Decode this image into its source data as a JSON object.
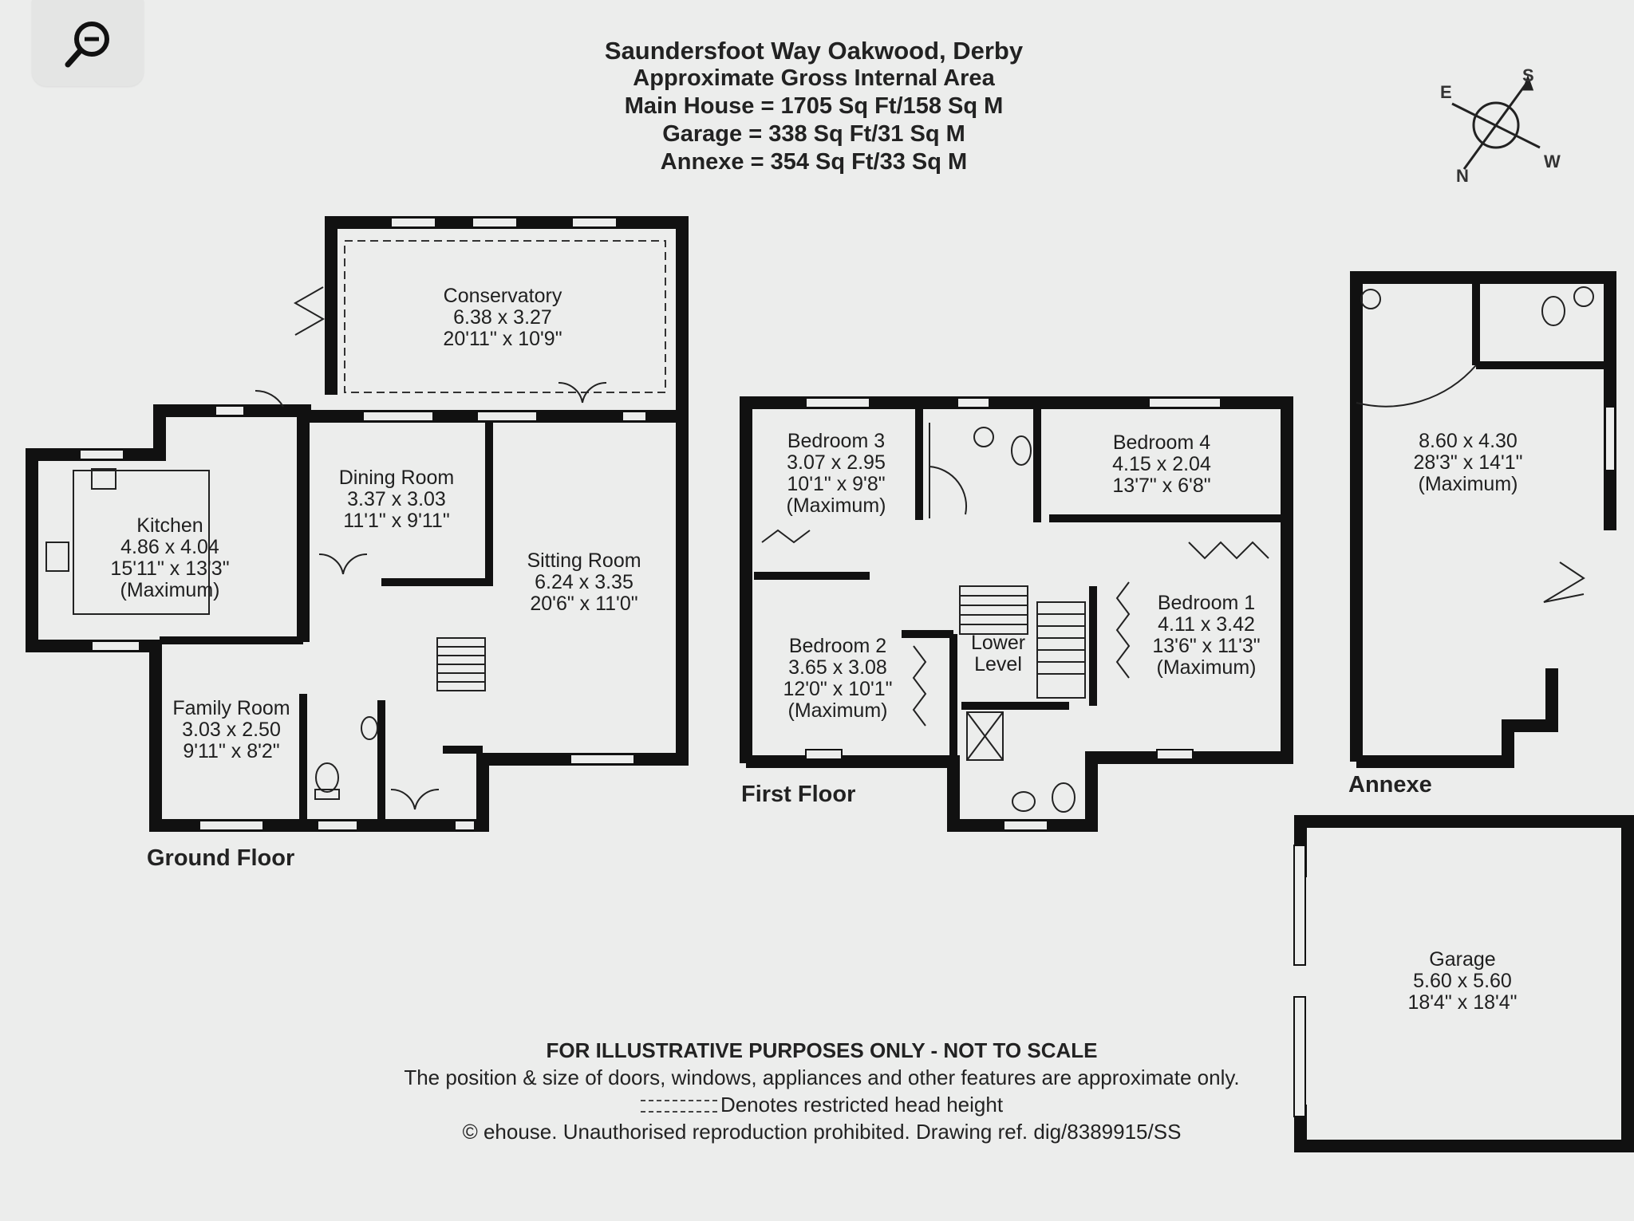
{
  "header": {
    "title": "Saundersfoot Way Oakwood, Derby",
    "subtitle": "Approximate Gross Internal Area",
    "main_house": "Main House = 1705 Sq Ft/158 Sq M",
    "garage": "Garage = 338 Sq Ft/31 Sq M",
    "annexe": "Annexe = 354 Sq Ft/33 Sq M"
  },
  "compass": {
    "n": "N",
    "e": "E",
    "s": "S",
    "w": "W"
  },
  "floors": {
    "ground": "Ground Floor",
    "first": "First Floor",
    "annexe": "Annexe"
  },
  "rooms": {
    "conservatory": {
      "name": "Conservatory",
      "metric": "6.38 x 3.27",
      "imperial": "20'11\" x 10'9\""
    },
    "dining": {
      "name": "Dining Room",
      "metric": "3.37 x 3.03",
      "imperial": "11'1\" x 9'11\""
    },
    "kitchen": {
      "name": "Kitchen",
      "metric": "4.86 x 4.04",
      "imperial": "15'11\" x 13'3\"",
      "note": "(Maximum)"
    },
    "sitting": {
      "name": "Sitting Room",
      "metric": "6.24 x 3.35",
      "imperial": "20'6\" x 11'0\""
    },
    "family": {
      "name": "Family Room",
      "metric": "3.03 x 2.50",
      "imperial": "9'11\" x 8'2\""
    },
    "bedroom3": {
      "name": "Bedroom 3",
      "metric": "3.07 x 2.95",
      "imperial": "10'1\" x 9'8\"",
      "note": "(Maximum)"
    },
    "bedroom4": {
      "name": "Bedroom 4",
      "metric": "4.15 x 2.04",
      "imperial": "13'7\" x 6'8\""
    },
    "bedroom1": {
      "name": "Bedroom 1",
      "metric": "4.11 x 3.42",
      "imperial": "13'6\" x 11'3\"",
      "note": "(Maximum)"
    },
    "bedroom2": {
      "name": "Bedroom 2",
      "metric": "3.65 x 3.08",
      "imperial": "12'0\" x 10'1\"",
      "note": "(Maximum)"
    },
    "lower_level": {
      "line1": "Lower",
      "line2": "Level"
    },
    "annexe_room": {
      "metric": "8.60 x 4.30",
      "imperial": "28'3\" x 14'1\"",
      "note": "(Maximum)"
    },
    "garage": {
      "name": "Garage",
      "metric": "5.60 x 5.60",
      "imperial": "18'4\" x 18'4\""
    }
  },
  "footer": {
    "warning": "FOR ILLUSTRATIVE PURPOSES ONLY - NOT TO SCALE",
    "position_note": "The position & size of doors, windows, appliances and other features are approximate only.",
    "head_height_note": "Denotes restricted head height",
    "copyright": "© ehouse. Unauthorised reproduction prohibited. Drawing ref. dig/8389915/SS"
  }
}
